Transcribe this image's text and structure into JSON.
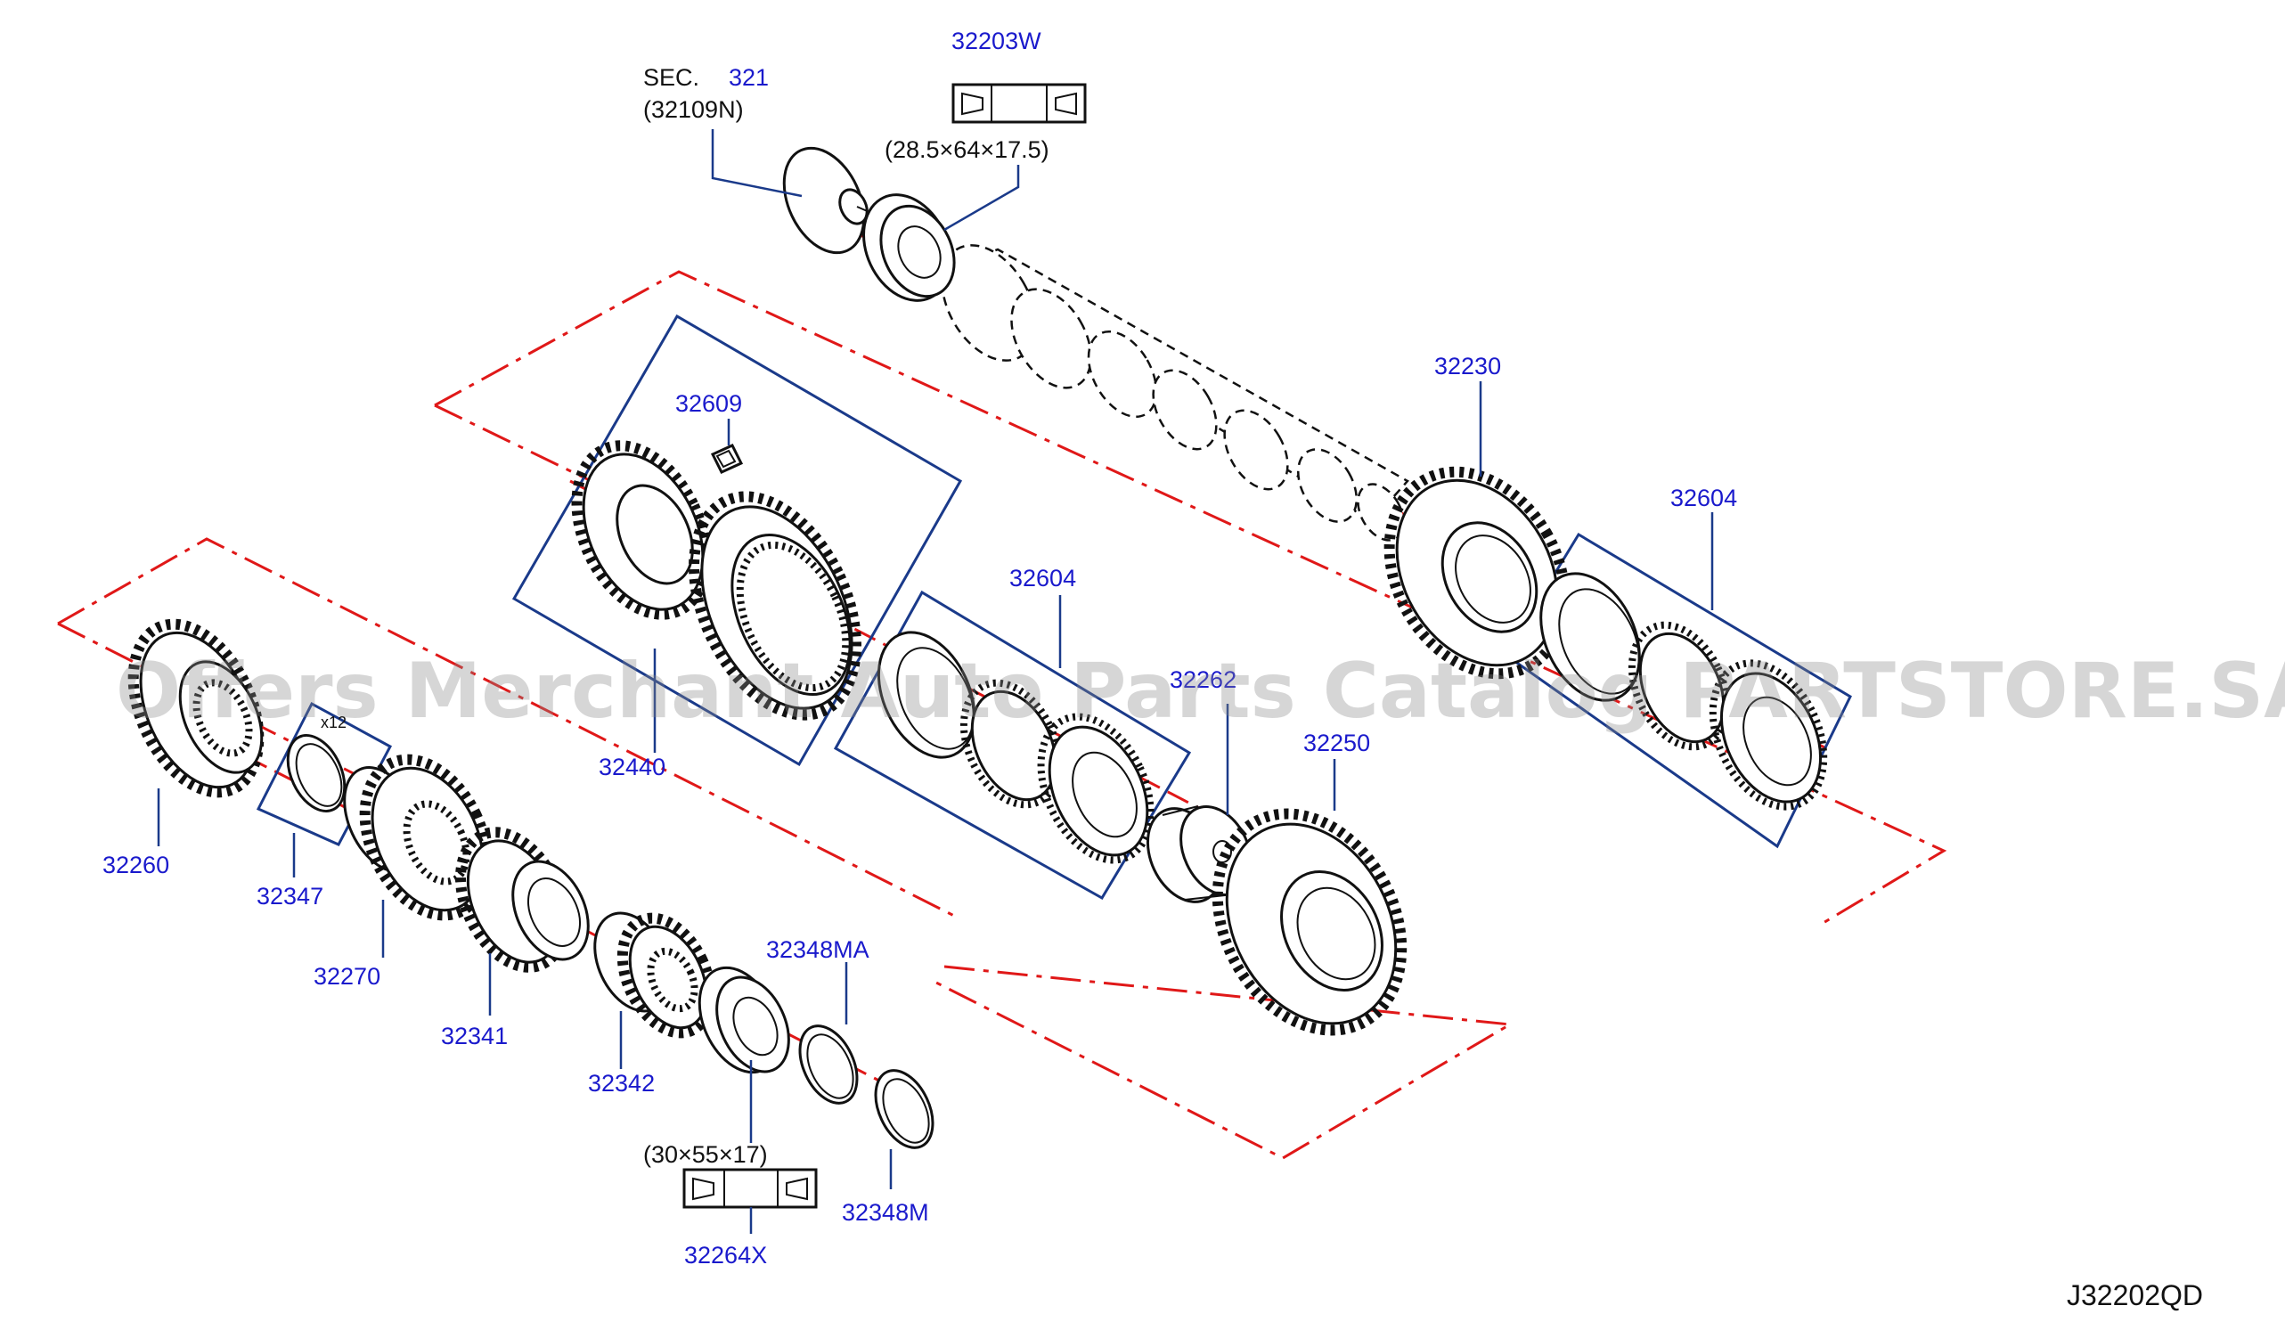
{
  "diagram_code": "J32202QD",
  "watermark": "Offers Merchant Auto Parts Catalog PARTSTORE.SA",
  "section_ref": {
    "prefix": "SEC.",
    "number": "321",
    "sub": "(32109N)"
  },
  "parts": {
    "p32203W": "32203W",
    "p32203W_size": "(28.5×64×17.5)",
    "p32230": "32230",
    "p32609": "32609",
    "p32604a": "32604",
    "p32604b": "32604",
    "p32262": "32262",
    "p32250": "32250",
    "p32440": "32440",
    "p32260": "32260",
    "p32347": "32347",
    "p32347_qty": "x12",
    "p32270": "32270",
    "p32341": "32341",
    "p32342": "32342",
    "p32348MA": "32348MA",
    "p32348M": "32348M",
    "p32264X": "32264X",
    "p32264X_size": "(30×55×17)"
  }
}
